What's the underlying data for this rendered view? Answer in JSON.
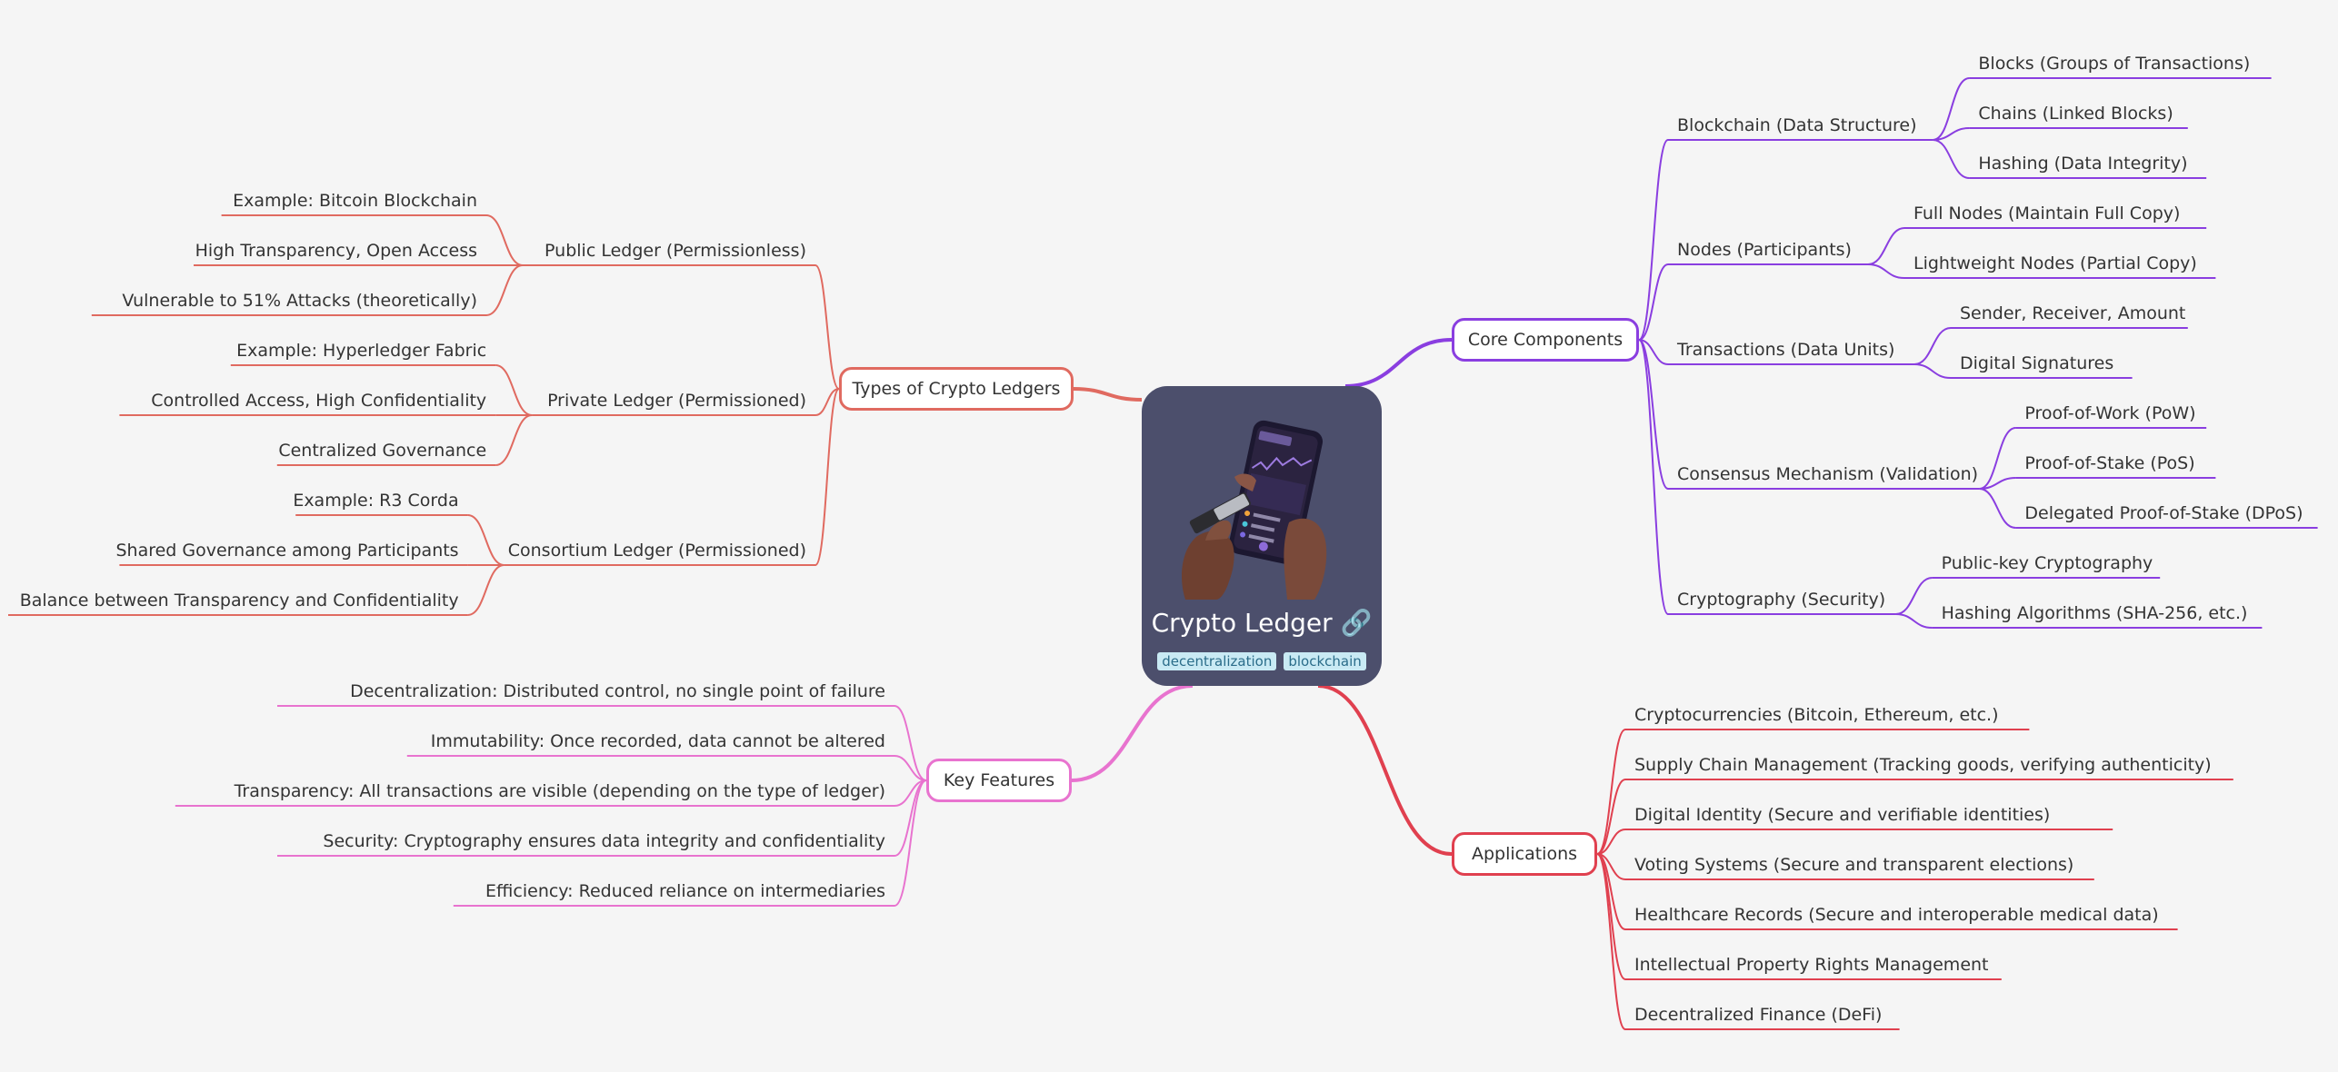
{
  "center": {
    "title": "Crypto Ledger 🔗",
    "tags": [
      "decentralization",
      "blockchain"
    ],
    "image_alt": "hands holding a crypto hardware wallet and smartphone"
  },
  "colors": {
    "background": "#f5f5f5",
    "center_card": "#4c4f6c",
    "tag_bg": "#c9eaf4",
    "tag_text": "#2b6d8a",
    "core_components": "#8a3ee0",
    "applications": "#e0404f",
    "types": "#e06a60",
    "key_features": "#e873cf"
  },
  "branches": {
    "core": {
      "label": "Core Components",
      "groups": [
        {
          "label": "Blockchain (Data Structure)",
          "items": [
            "Blocks (Groups of Transactions)",
            "Chains (Linked Blocks)",
            "Hashing (Data Integrity)"
          ]
        },
        {
          "label": "Nodes (Participants)",
          "items": [
            "Full Nodes (Maintain Full Copy)",
            "Lightweight Nodes (Partial Copy)"
          ]
        },
        {
          "label": "Transactions (Data Units)",
          "items": [
            "Sender, Receiver, Amount",
            "Digital Signatures"
          ]
        },
        {
          "label": "Consensus Mechanism (Validation)",
          "items": [
            "Proof-of-Work (PoW)",
            "Proof-of-Stake (PoS)",
            "Delegated Proof-of-Stake (DPoS)"
          ]
        },
        {
          "label": "Cryptography (Security)",
          "items": [
            "Public-key Cryptography",
            "Hashing Algorithms (SHA-256, etc.)"
          ]
        }
      ]
    },
    "applications": {
      "label": "Applications",
      "items": [
        "Cryptocurrencies (Bitcoin, Ethereum, etc.)",
        "Supply Chain Management (Tracking goods, verifying authenticity)",
        "Digital Identity (Secure and verifiable identities)",
        "Voting Systems (Secure and transparent elections)",
        "Healthcare Records (Secure and interoperable medical data)",
        "Intellectual Property Rights Management",
        "Decentralized Finance (DeFi)"
      ]
    },
    "types": {
      "label": "Types of Crypto Ledgers",
      "groups": [
        {
          "label": "Public Ledger (Permissionless)",
          "items": [
            "Example: Bitcoin Blockchain",
            "High Transparency, Open Access",
            "Vulnerable to 51% Attacks (theoretically)"
          ]
        },
        {
          "label": "Private Ledger (Permissioned)",
          "items": [
            "Example: Hyperledger Fabric",
            "Controlled Access, High Confidentiality",
            "Centralized Governance"
          ]
        },
        {
          "label": "Consortium Ledger (Permissioned)",
          "items": [
            "Example: R3 Corda",
            "Shared Governance among Participants",
            "Balance between Transparency and Confidentiality"
          ]
        }
      ]
    },
    "features": {
      "label": "Key Features",
      "items": [
        "Decentralization: Distributed control, no single point of failure",
        "Immutability: Once recorded, data cannot be altered",
        "Transparency: All transactions are visible (depending on the type of ledger)",
        "Security: Cryptography ensures data integrity and confidentiality",
        "Efficiency: Reduced reliance on intermediaries"
      ]
    }
  }
}
